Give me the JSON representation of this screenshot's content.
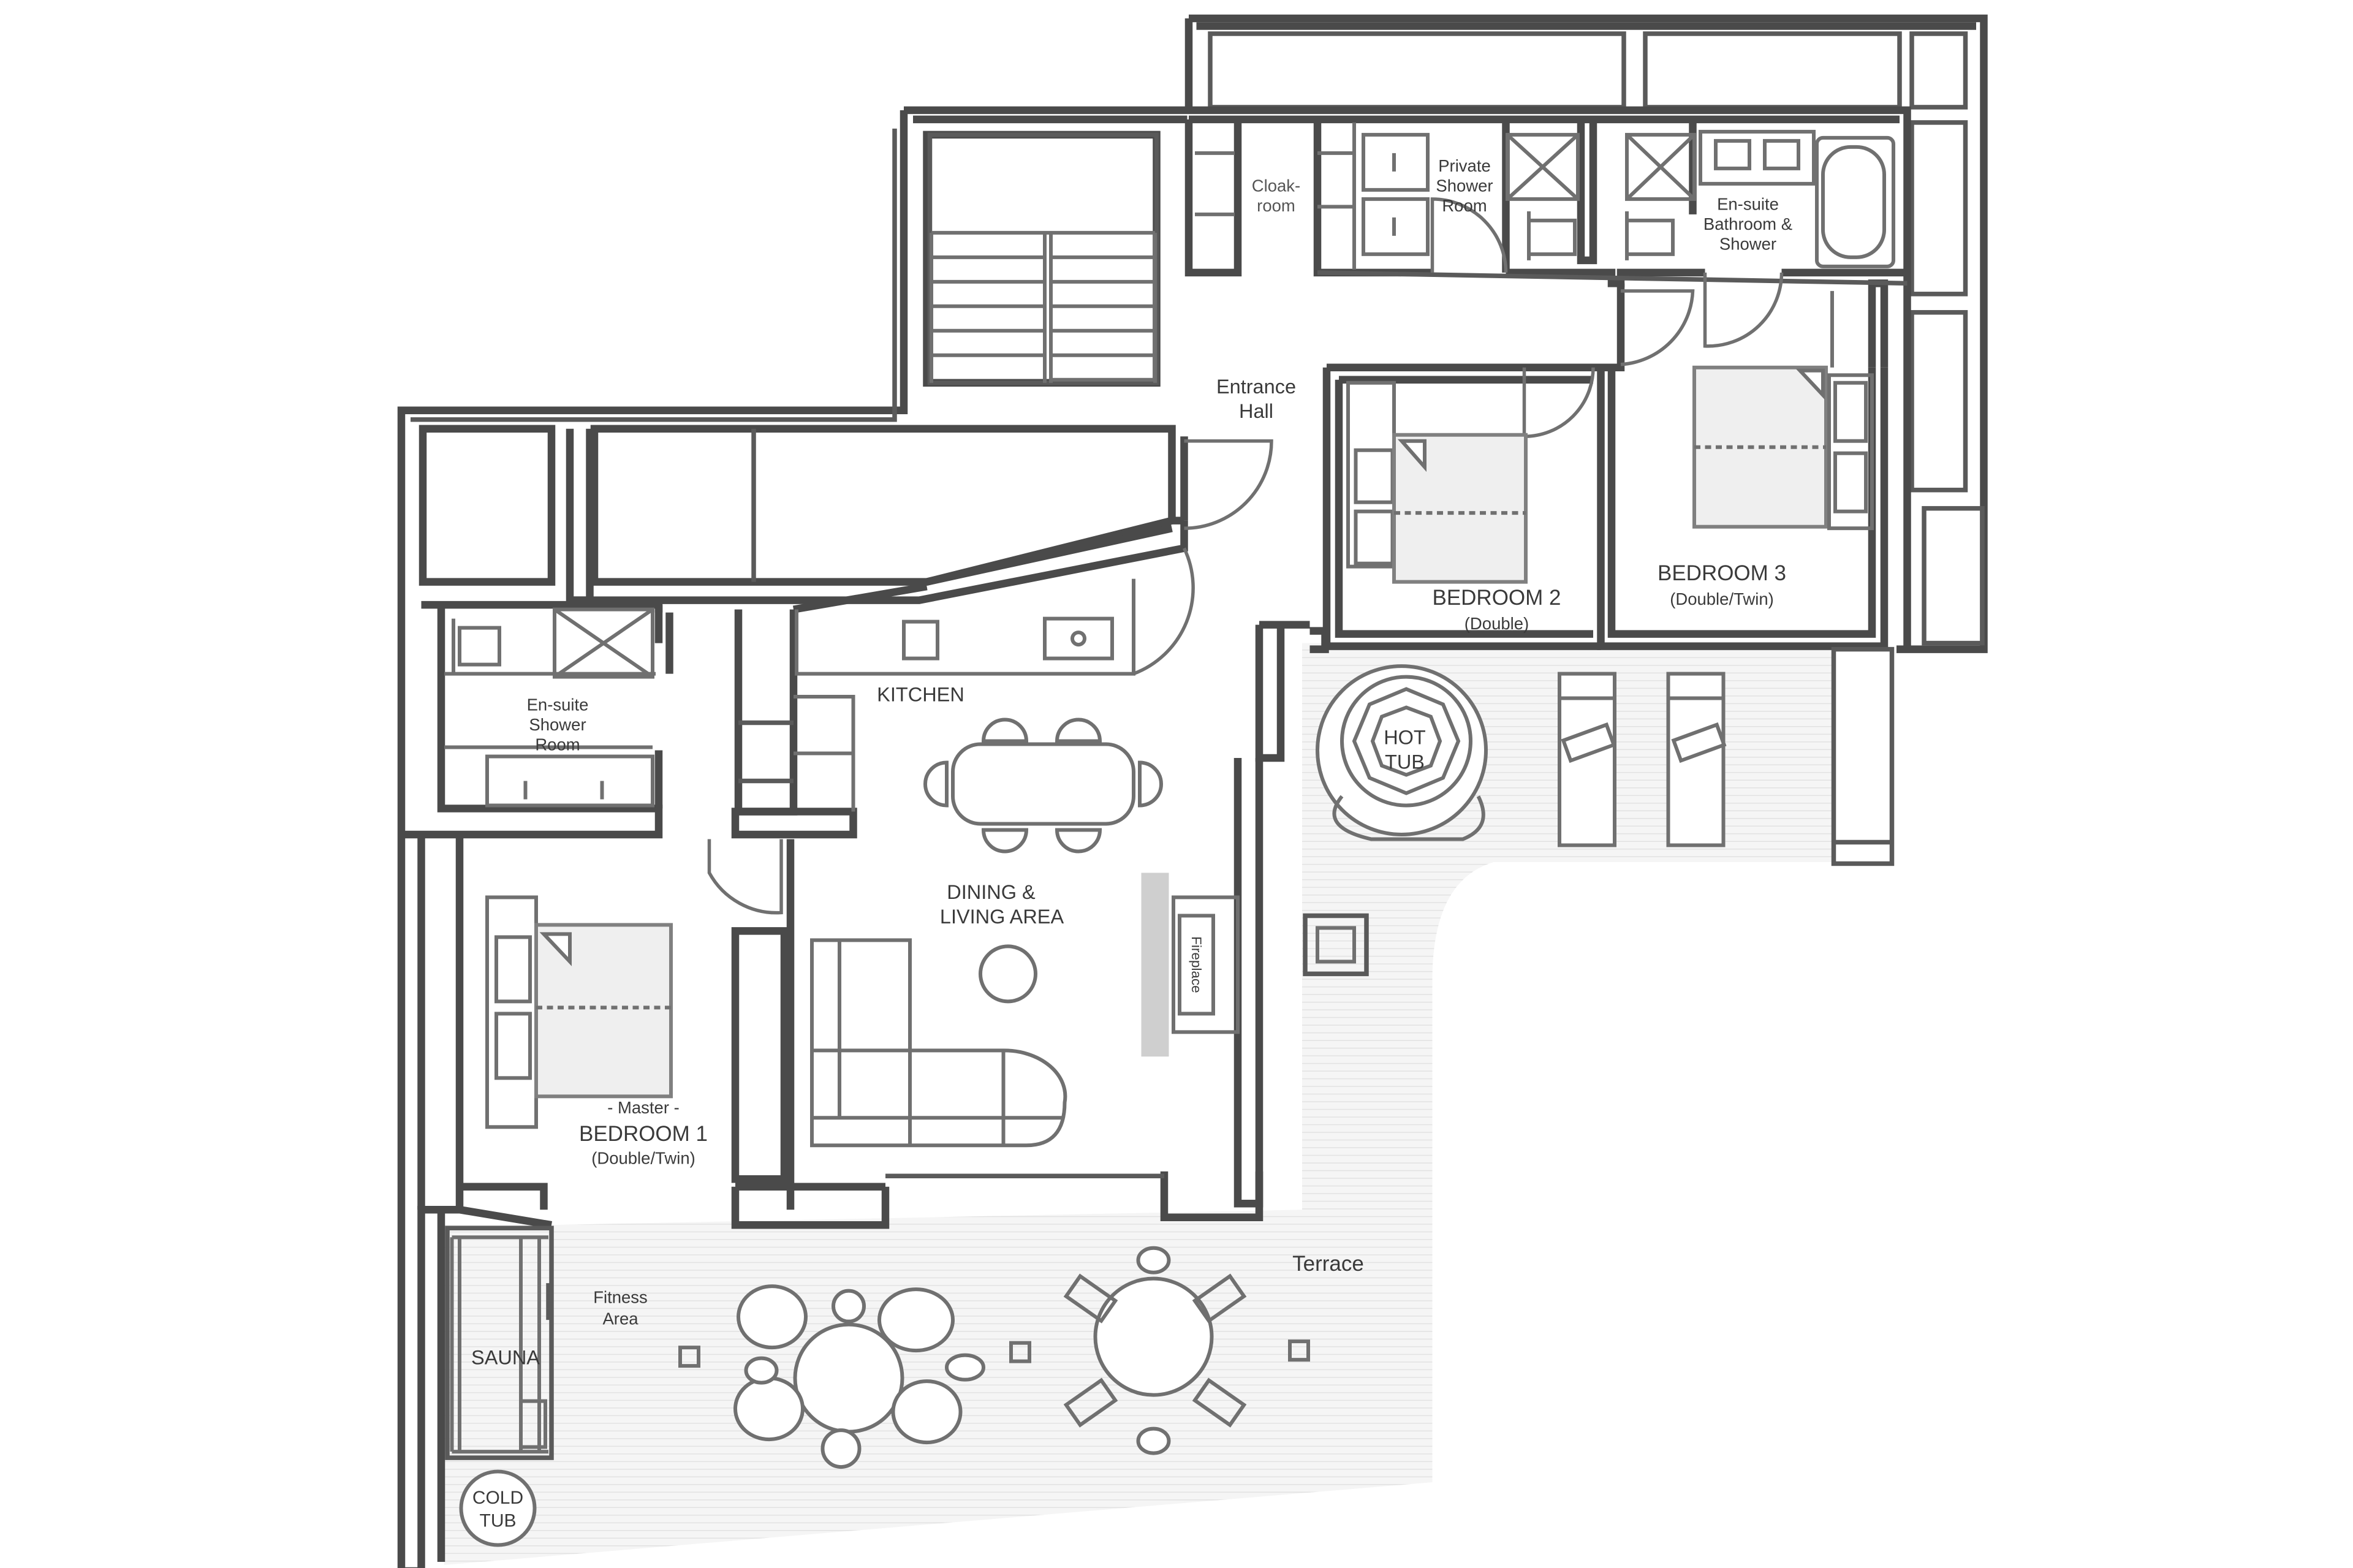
{
  "rooms": {
    "cloakroom": [
      "Cloak-",
      "room"
    ],
    "private_shower": [
      "Private",
      "Shower",
      "Room"
    ],
    "ensuite_bath": [
      "En-suite",
      "Bathroom &",
      "Shower"
    ],
    "entrance_hall": [
      "Entrance",
      "Hall"
    ],
    "bedroom2": [
      "BEDROOM 2",
      "(Double)"
    ],
    "bedroom3": [
      "BEDROOM 3",
      "(Double/Twin)"
    ],
    "kitchen": "KITCHEN",
    "ensuite_shower": [
      "En-suite",
      "Shower",
      "Room"
    ],
    "dining_living": [
      "DINING &",
      "LIVING AREA"
    ],
    "fireplace": "Fireplace",
    "hot_tub": [
      "HOT",
      "TUB"
    ],
    "bedroom1": [
      "- Master -",
      "BEDROOM 1",
      "(Double/Twin)"
    ],
    "terrace": "Terrace",
    "fitness": [
      "Fitness",
      "Area"
    ],
    "sauna": "SAUNA",
    "cold_tub": [
      "COLD",
      "TUB"
    ]
  },
  "colors": {
    "wall": "#4a4a4a",
    "bed_fill": "#efefef",
    "deck_fill": "#f4f4f4",
    "fireplace_bar": "#cfcfcf"
  }
}
